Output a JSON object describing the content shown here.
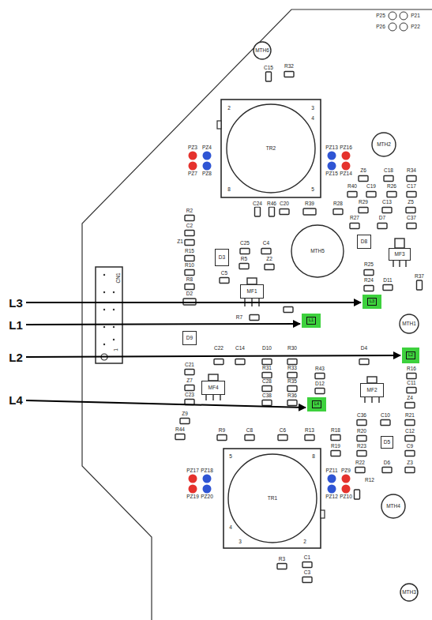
{
  "diagram": {
    "nodes": [
      {
        "text": [
          "MTH6"
        ]
      },
      {
        "text": [
          "TR2"
        ]
      },
      {
        "text": [
          "MTH2"
        ]
      },
      {
        "text": [
          "D8"
        ]
      },
      {
        "text": [
          "MF3"
        ]
      },
      {
        "text": [
          "MTH5"
        ]
      },
      {
        "text": [
          "D3"
        ]
      },
      {
        "text": [
          "MF1"
        ]
      },
      {
        "text": [
          "L3"
        ]
      },
      {
        "text": [
          "L1"
        ]
      },
      {
        "text": [
          "MTH1"
        ]
      },
      {
        "text": [
          "D9"
        ]
      },
      {
        "text": [
          "L2"
        ]
      },
      {
        "text": [
          "MF4"
        ]
      },
      {
        "text": [
          "MF2"
        ]
      },
      {
        "text": [
          "L4"
        ]
      },
      {
        "text": [
          "D5"
        ]
      },
      {
        "text": [
          "TR1"
        ]
      },
      {
        "text": [
          "MTH4"
        ]
      },
      {
        "text": [
          "MTH3"
        ]
      }
    ],
    "labels": [
      "P25",
      "P21",
      "P26",
      "P22",
      "C15",
      "R32",
      "2",
      "3",
      "4",
      "PZ3",
      "PZ4",
      "PZ13",
      "PZ16",
      "PZ7",
      "PZ8",
      "PZ15",
      "PZ14",
      "Z6",
      "C18",
      "R34",
      "R40",
      "C19",
      "R26",
      "C17",
      "8",
      "5",
      "R2",
      "C24",
      "R46",
      "C20",
      "R39",
      "R28",
      "R29",
      "C13",
      "Z5",
      "R27",
      "D7",
      "C37",
      "C2",
      "Z1",
      "C25",
      "C4",
      "R15",
      "R5",
      "Z2",
      "R25",
      "R10",
      "C5",
      "R37",
      "CN1",
      "R8",
      "R24",
      "D11",
      "D2",
      "L3",
      "R7",
      "L1",
      "C22",
      "C14",
      "D10",
      "R30",
      "D4",
      "1",
      "L2",
      "C21",
      "R31",
      "R33",
      "R43",
      "R16",
      "Z7",
      "C28",
      "R35",
      "C11",
      "D12",
      "C23",
      "C38",
      "R36",
      "Z4",
      "L4",
      "Z9",
      "C36",
      "C10",
      "R21",
      "R44",
      "R9",
      "C8",
      "C6",
      "R13",
      "R18",
      "R20",
      "C12",
      "R19",
      "R23",
      "C9",
      "5",
      "8",
      "R22",
      "D6",
      "Z3",
      "PZ17",
      "PZ18",
      "PZ11",
      "PZ9",
      "R12",
      "PZ19",
      "PZ20",
      "PZ12",
      "PZ10",
      "4",
      "3",
      "2",
      "R3",
      "C1",
      "C3"
    ]
  }
}
